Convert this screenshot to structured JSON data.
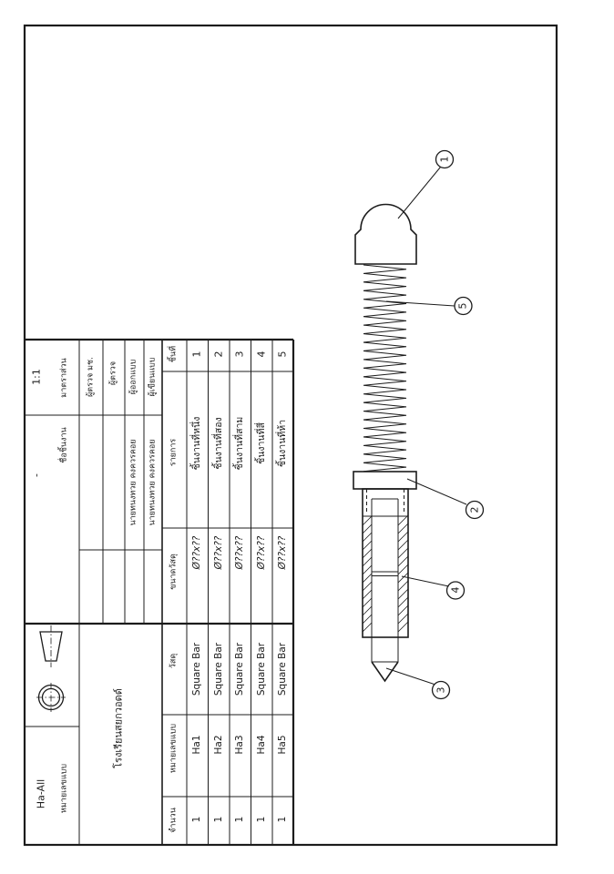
{
  "title_block": {
    "scale_label": "มาตราส่วน",
    "scale_value": "1:1",
    "part_name_label": "ชื่อชิ้นงาน",
    "part_name_value": "-",
    "drawn_by_label": "ผู้เขียนแบบ",
    "drawn_by_value": "นายทนงทวย คงควรคอย",
    "designed_by_label": "ผู้ออกแบบ",
    "designed_by_value": "นายทนงทวย คงควรคอย",
    "checked_by_label": "ผู้ตรวจ",
    "std_checked_by_label": "ผู้ตรวจ มช.",
    "drawing_no_label": "หมายเลขแบบ",
    "drawing_no_value": "Ha-All",
    "school_name": "โรงเรียนสยกวอดด์"
  },
  "parts_table": {
    "headers": {
      "no": "ชิ้นที่",
      "description": "รายการ",
      "material_size": "ขนาดวัสดุ",
      "material": "วัสดุ",
      "drawing_no": "หมายเลขแบบ",
      "quantity": "จำนวน"
    },
    "rows": [
      {
        "no": "1",
        "description": "ชิ้นงานที่หนึ่ง",
        "material_size": "Ø??x??",
        "material": "Square Bar",
        "drawing_no": "Ha1",
        "quantity": "1"
      },
      {
        "no": "2",
        "description": "ชิ้นงานที่สอง",
        "material_size": "Ø??x??",
        "material": "Square Bar",
        "drawing_no": "Ha2",
        "quantity": "1"
      },
      {
        "no": "3",
        "description": "ชิ้นงานที่สาม",
        "material_size": "Ø??x??",
        "material": "Square Bar",
        "drawing_no": "Ha3",
        "quantity": "1"
      },
      {
        "no": "4",
        "description": "ชิ้นงานที่สี่",
        "material_size": "Ø??x??",
        "material": "Square Bar",
        "drawing_no": "Ha4",
        "quantity": "1"
      },
      {
        "no": "5",
        "description": "ชิ้นงานที่ห้า",
        "material_size": "Ø??x??",
        "material": "Square Bar",
        "drawing_no": "Ha5",
        "quantity": "1"
      }
    ]
  },
  "balloons": [
    {
      "label": "1"
    },
    {
      "label": "2"
    },
    {
      "label": "3"
    },
    {
      "label": "4"
    },
    {
      "label": "5"
    }
  ]
}
